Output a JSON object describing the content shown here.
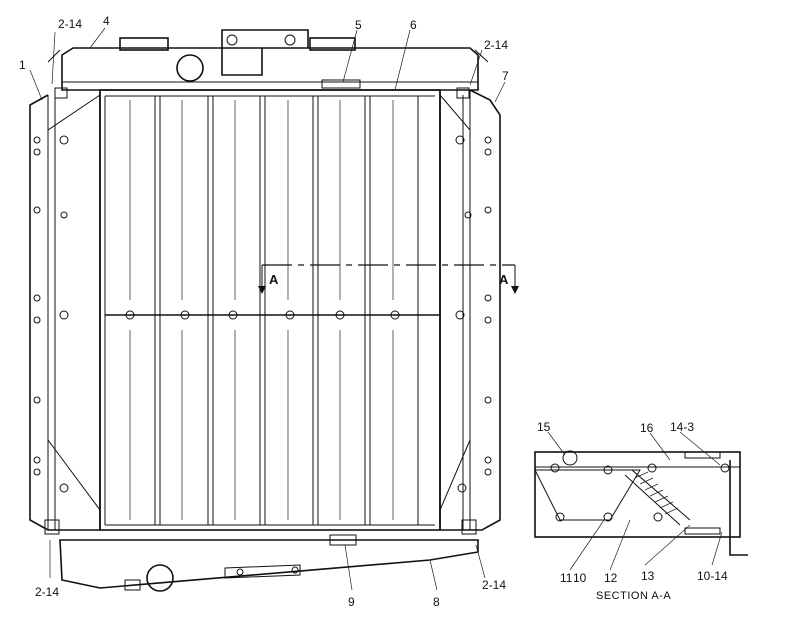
{
  "callouts": {
    "c1": "1",
    "c2_14_tl": "2-14",
    "c4": "4",
    "c5": "5",
    "c6": "6",
    "c2_14_tr": "2-14",
    "c7": "7",
    "c2_14_bl": "2-14",
    "c9": "9",
    "c8": "8",
    "c2_14_br": "2-14",
    "c15": "15",
    "c16": "16",
    "c14_3": "14-3",
    "c11": "11",
    "c10": "10",
    "c12": "12",
    "c13": "13",
    "c10_14": "10-14"
  },
  "section_marks": {
    "left": "A",
    "right": "A"
  },
  "section_caption": "SECTION A-A"
}
